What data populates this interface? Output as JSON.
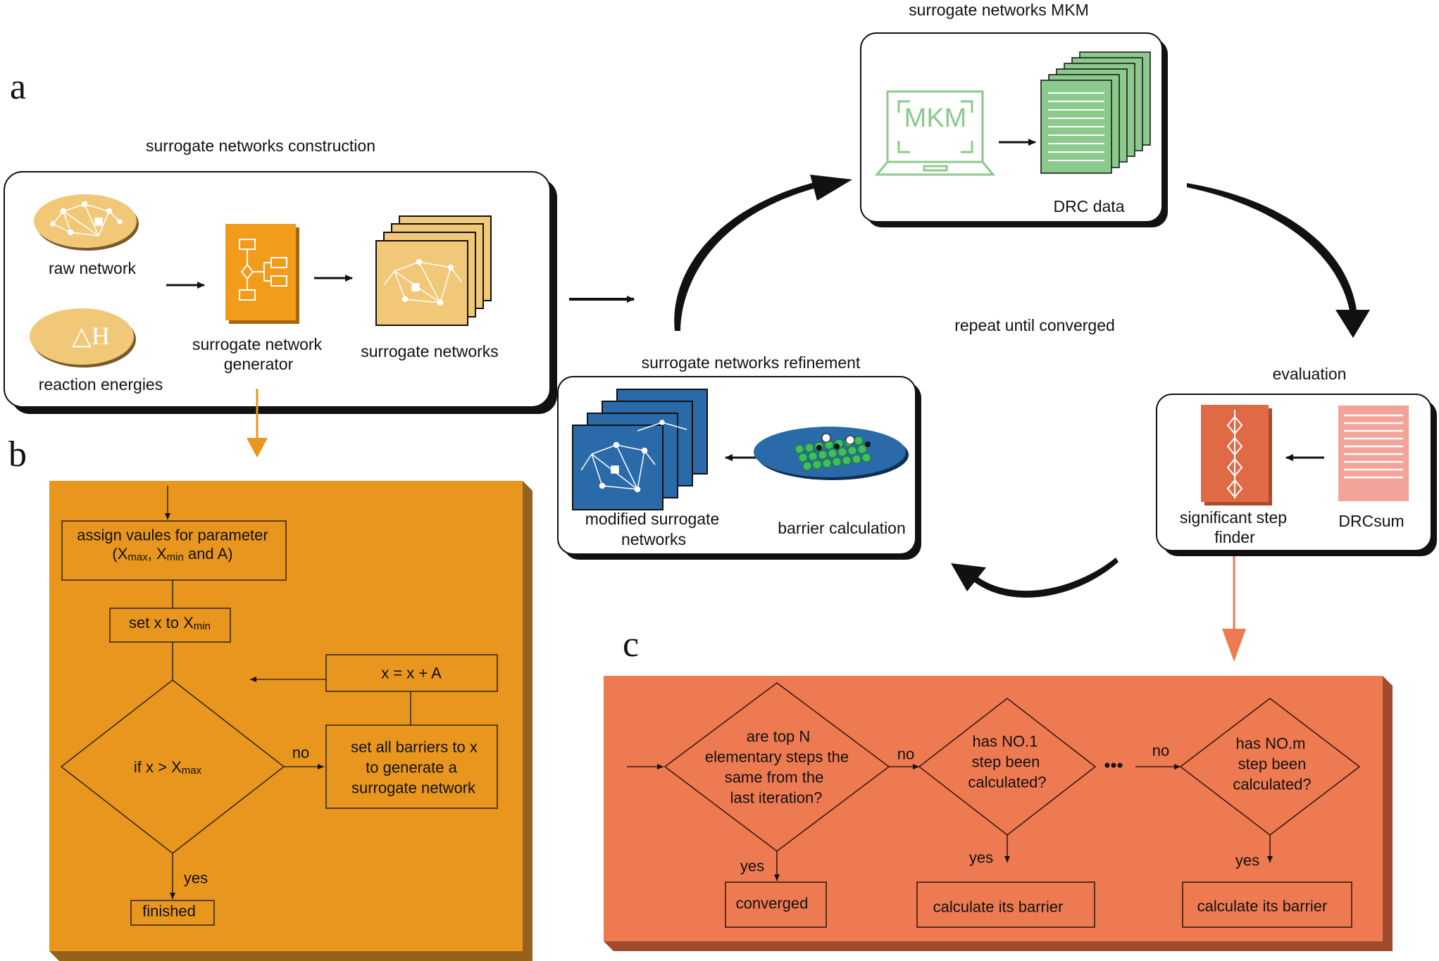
{
  "panels": {
    "a": "a",
    "b": "b",
    "c": "c"
  },
  "construction": {
    "title": "surrogate networks construction",
    "raw_network": "raw network",
    "delta_h_symbol": "△H",
    "reaction_energies": "reaction energies",
    "generator_line1": "surrogate network",
    "generator_line2": "generator",
    "surrogate_networks": "surrogate networks"
  },
  "mkm": {
    "title": "surrogate networks MKM",
    "laptop_text": "MKM",
    "drc_data": "DRC data"
  },
  "cycle": {
    "repeat": "repeat until converged"
  },
  "evaluation": {
    "title": "evaluation",
    "finder_line1": "significant step",
    "finder_line2": "finder",
    "drcsum": "DRCsum"
  },
  "refinement": {
    "title": "surrogate networks refinement",
    "modified_line1": "modified surrogate",
    "modified_line2": "networks",
    "barrier_calculation": "barrier calculation"
  },
  "flow_b": {
    "assign_line1": "assign vaules for parameter",
    "assign_open": "(X",
    "assign_max_sub": "max",
    "assign_mid": ", X",
    "assign_min_sub": "min",
    "assign_end": " and A)",
    "set_x_prefix": "set x to X",
    "set_x_sub": "min",
    "increment": "x = x + A",
    "condition_prefix": "if x > X",
    "condition_sub": "max",
    "no": "no",
    "barriers_line1": "set all barriers to x",
    "barriers_line2": "to generate a",
    "barriers_line3": "surrogate network",
    "yes": "yes",
    "finished": "finished"
  },
  "flow_c": {
    "q1_line1": "are top N",
    "q1_line2": "elementary steps the",
    "q1_line3": "same from the",
    "q1_line4": "last iteration?",
    "no1": "no",
    "q2_line1": "has NO.1",
    "q2_line2": "step been",
    "q2_line3": "calculated?",
    "ellipsis": "•••",
    "no2": "no",
    "q3_line1": "has NO.m",
    "q3_line2": "step been",
    "q3_line3": "calculated?",
    "yes1": "yes",
    "yes2": "yes",
    "yes3": "yes",
    "converged": "converged",
    "calc1": "calculate its barrier",
    "calc2": "calculate its barrier"
  },
  "colors": {
    "orange_panel": "#e8961e",
    "coral_panel": "#ee7a52",
    "tan": "#f0c878",
    "generator": "#f39c1b",
    "mkm_green": "#8cc98c",
    "blue": "#2a6aa8",
    "finder": "#e06a45",
    "drcsum": "#f4a39a"
  }
}
